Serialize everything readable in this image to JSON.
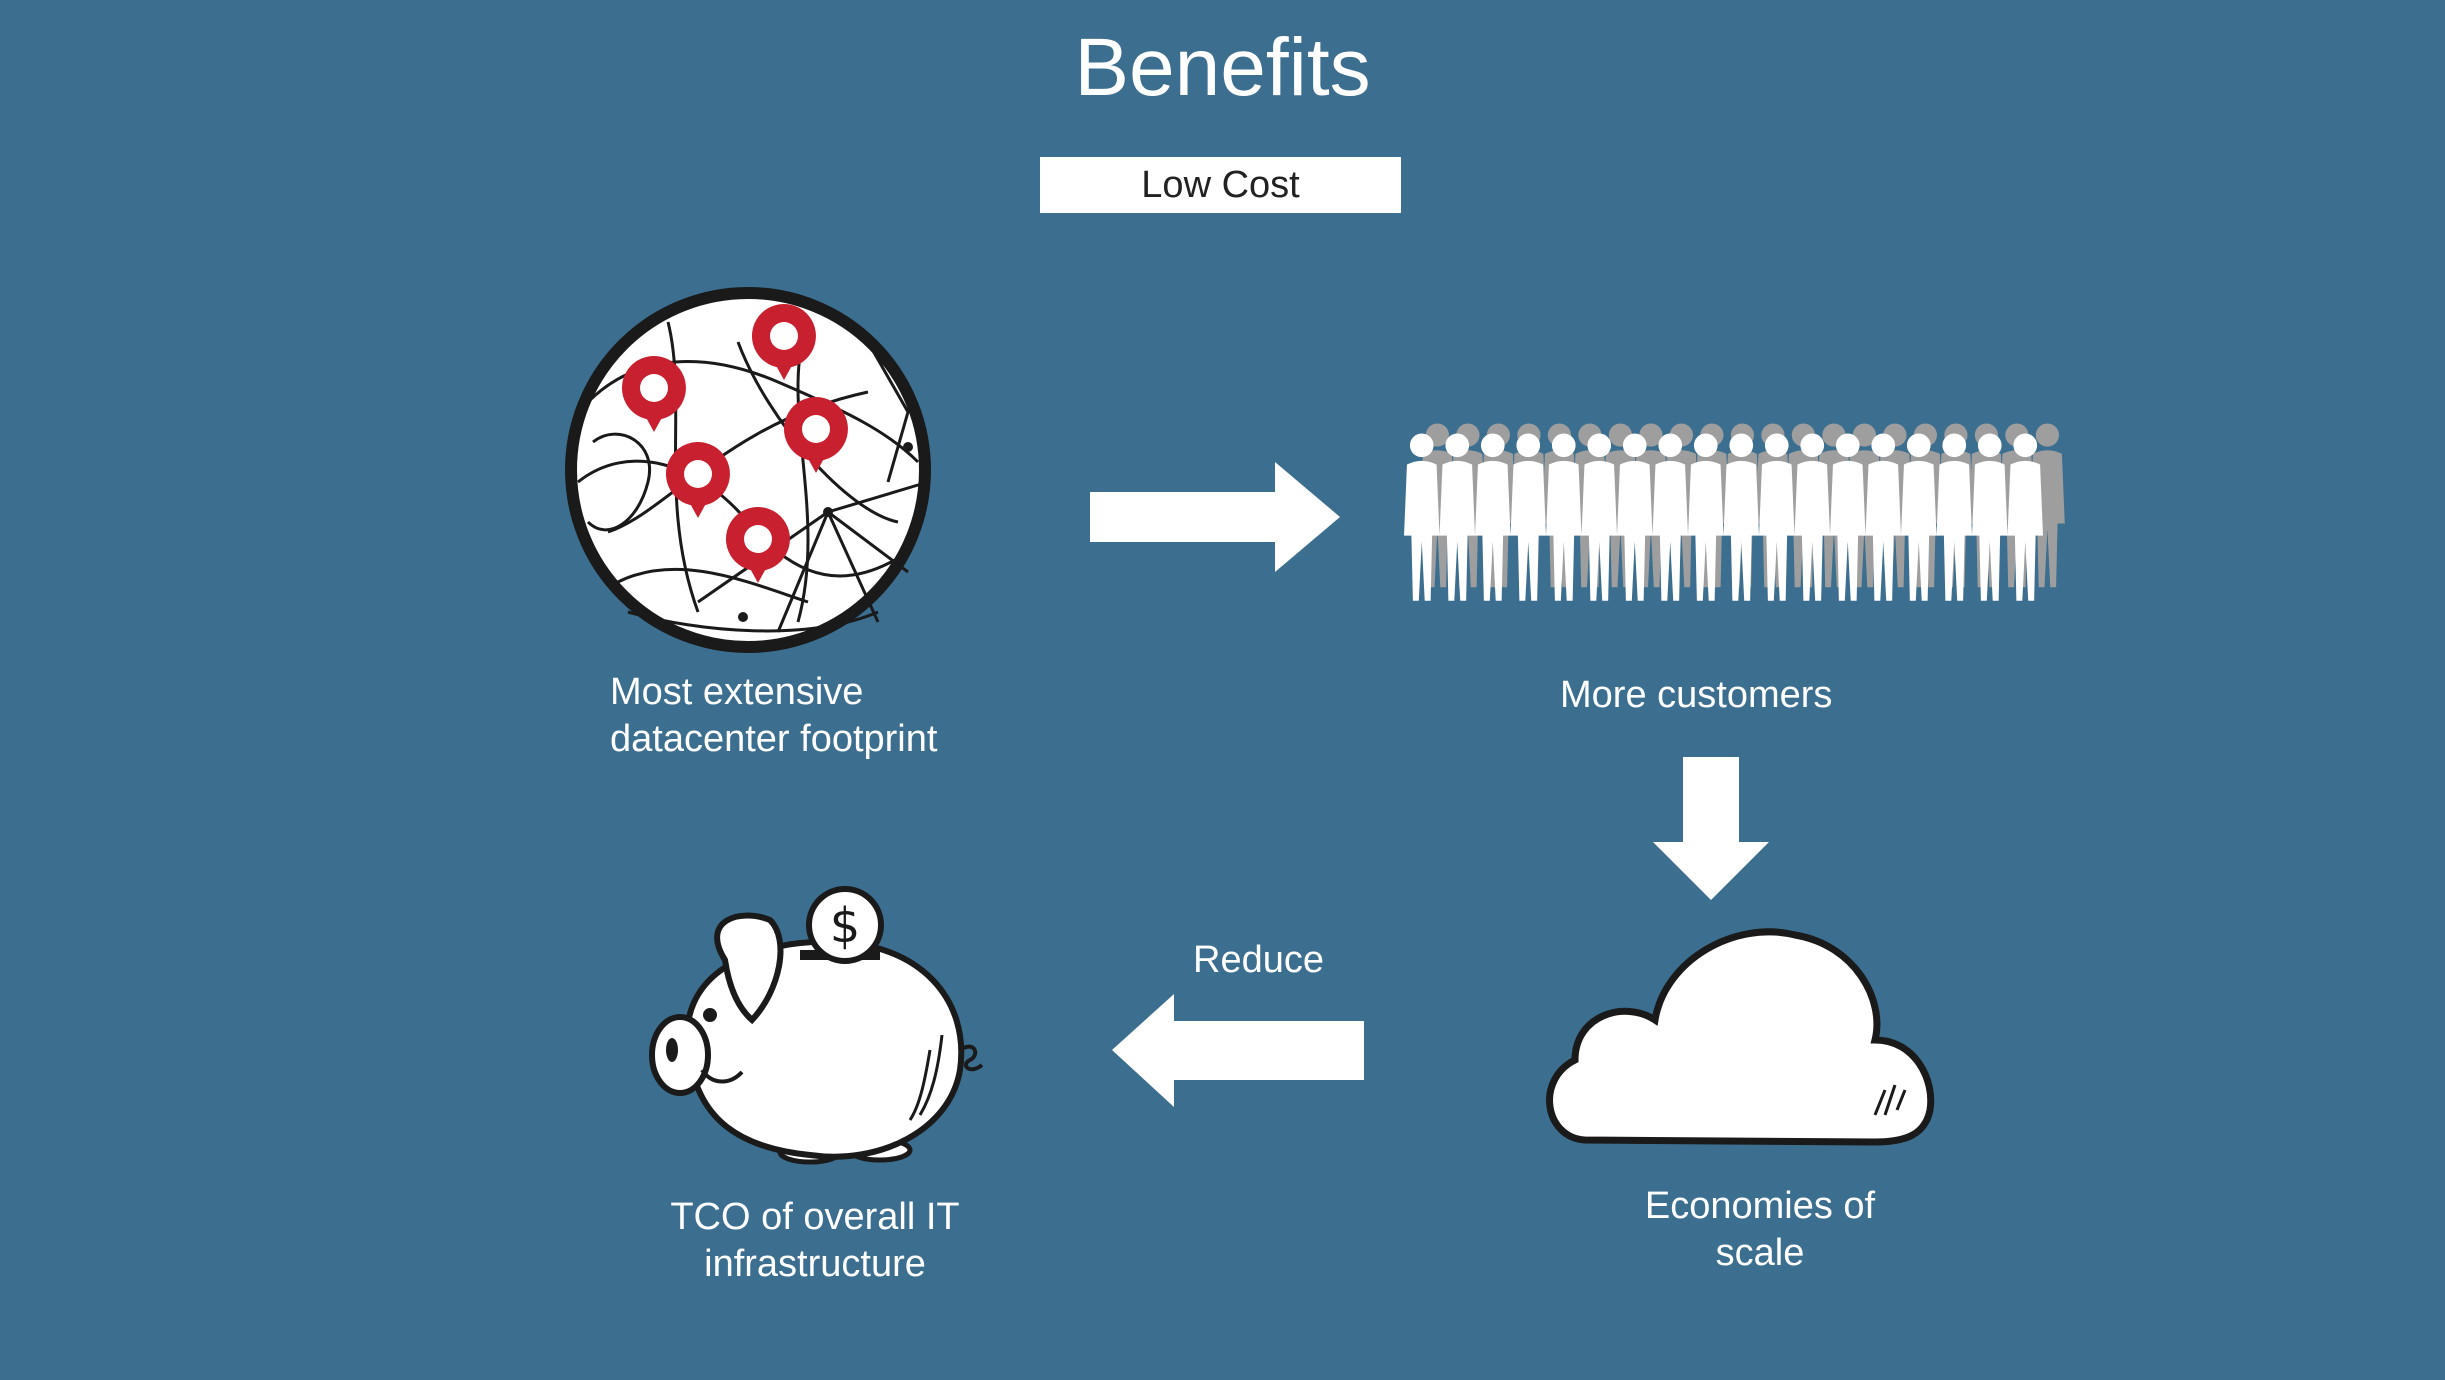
{
  "title": "Benefits",
  "badge": "Low Cost",
  "nodes": {
    "datacenter": {
      "label_line1": "Most extensive",
      "label_line2": "datacenter footprint",
      "icon": "globe-with-pins-icon"
    },
    "customers": {
      "label": "More customers",
      "icon": "crowd-icon"
    },
    "economies": {
      "label_line1": "Economies of",
      "label_line2": "scale",
      "icon": "cloud-icon"
    },
    "tco": {
      "label_line1": "TCO of overall IT",
      "label_line2": "infrastructure",
      "icon": "piggy-bank-icon"
    }
  },
  "edges": {
    "reduce_label": "Reduce"
  },
  "colors": {
    "background": "#3b6e8f",
    "pin": "#c8202e",
    "figure_front": "#ffffff",
    "figure_back": "#9e9e9e"
  }
}
